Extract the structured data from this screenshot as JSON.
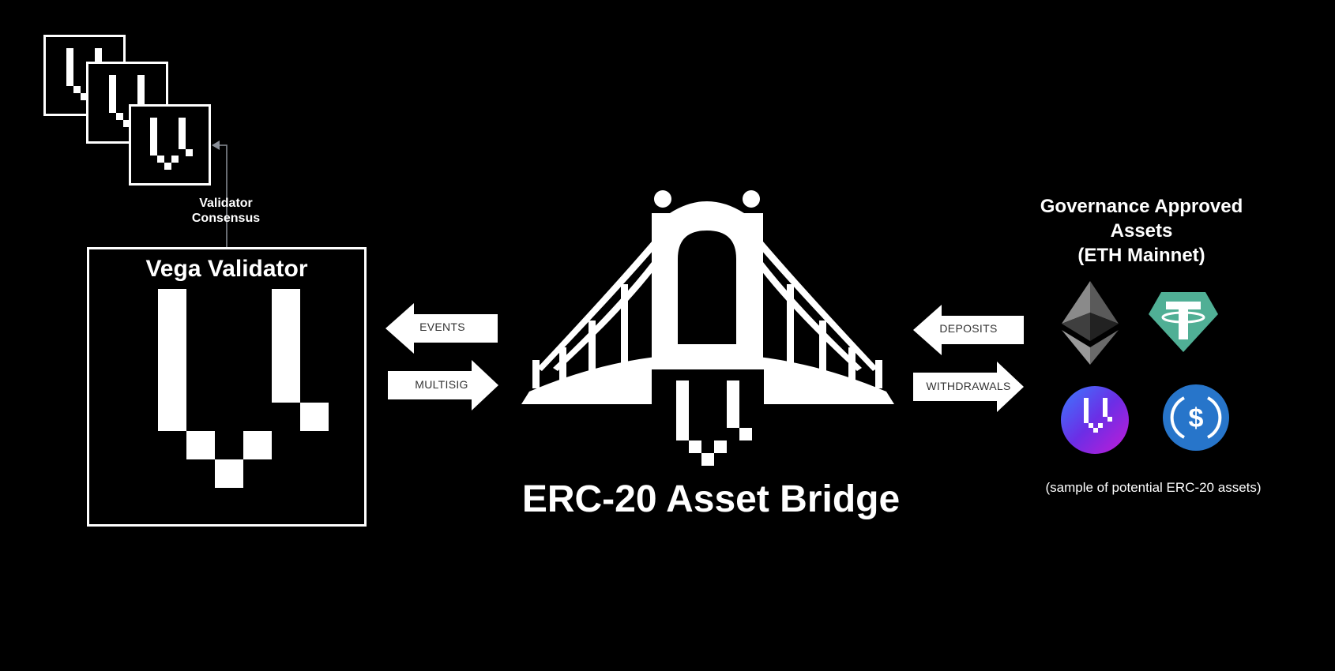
{
  "validators": {
    "consensus_label_line1": "Validator",
    "consensus_label_line2": "Consensus",
    "main_title": "Vega Validator"
  },
  "arrows": {
    "events": "EVENTS",
    "multisig": "MULTISIG",
    "deposits": "DEPOSITS",
    "withdrawals": "WITHDRAWALS"
  },
  "bridge": {
    "title": "ERC-20 Asset Bridge"
  },
  "assets": {
    "title_line1": "Governance Approved",
    "title_line2": "Assets",
    "title_line3": "(ETH Mainnet)",
    "note": "(sample of potential ERC-20 assets)",
    "icons": [
      "ethereum-icon",
      "tether-icon",
      "vega-token-icon",
      "usdc-icon"
    ]
  },
  "colors": {
    "background": "#000000",
    "foreground": "#ffffff",
    "tether": "#50af95",
    "usdc": "#2775ca",
    "vega_gradient_start": "#3a7bff",
    "vega_gradient_end": "#c21bd6"
  }
}
